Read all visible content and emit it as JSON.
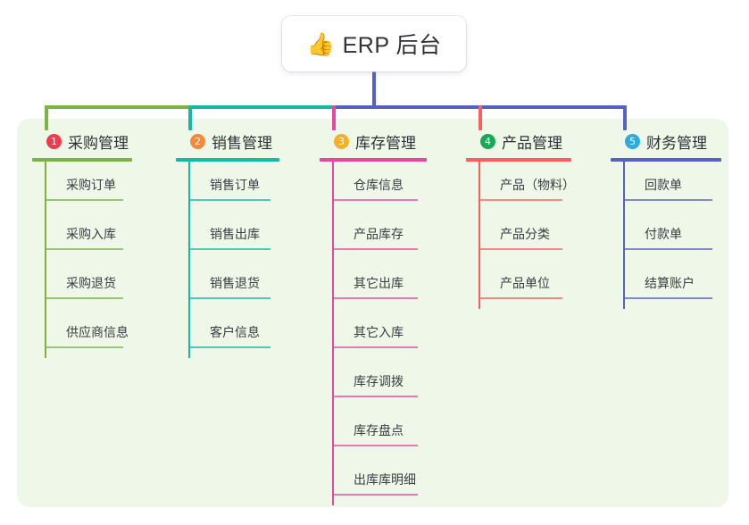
{
  "diagram": {
    "type": "mindmap-tree",
    "canvas": {
      "background": "#eef7e8"
    },
    "root": {
      "emoji": "👍",
      "emoji_name": "thumbs-up-emoji",
      "title": "ERP 后台"
    },
    "connector_colors": {
      "segment_1": "#7cb342",
      "segment_2": "#12b9a5",
      "segment_3": "#5561c4"
    },
    "branches": [
      {
        "number": "1",
        "title": "采购管理",
        "color": "#7cb342",
        "badge_color": "#ef3b4e",
        "items": [
          "采购订单",
          "采购入库",
          "采购退货",
          "供应商信息"
        ]
      },
      {
        "number": "2",
        "title": "销售管理",
        "color": "#12b9a5",
        "badge_color": "#f5893c",
        "items": [
          "销售订单",
          "销售出库",
          "销售退货",
          "客户信息"
        ]
      },
      {
        "number": "3",
        "title": "库存管理",
        "color": "#e8479f",
        "badge_color": "#f5b02b",
        "items": [
          "仓库信息",
          "产品库存",
          "其它出库",
          "其它入库",
          "库存调拨",
          "库存盘点",
          "出库库明细"
        ]
      },
      {
        "number": "4",
        "title": "产品管理",
        "color": "#f9605c",
        "badge_color": "#18a857",
        "items": [
          "产品（物料）",
          "产品分类",
          "产品单位"
        ]
      },
      {
        "number": "5",
        "title": "财务管理",
        "color": "#5561c4",
        "badge_color": "#2aabe2",
        "items": [
          "回款单",
          "付款单",
          "结算账户"
        ]
      }
    ]
  }
}
